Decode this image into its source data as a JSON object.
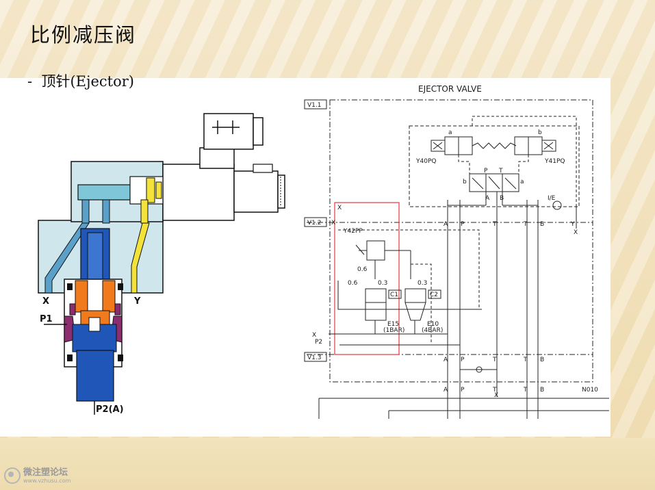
{
  "slide": {
    "title": "比例减压阀",
    "subtitle": "-  顶针(Ejector)"
  },
  "cutaway": {
    "port_x": "X",
    "port_y": "Y",
    "port_p1": "P1",
    "port_p2": "P2(A)"
  },
  "schematic": {
    "title": "EJECTOR VALVE",
    "levels": [
      "V1.1",
      "V1.2",
      "V1.3"
    ],
    "solenoid_left": "Y40PQ",
    "solenoid_right": "Y41PQ",
    "solenoid_prop": "Y42PP",
    "coil_a": "a",
    "coil_b": "b",
    "valve_port_p": "P",
    "valve_port_t": "T",
    "valve_port_a": "A",
    "valve_port_b": "B",
    "ie_label": "I/E",
    "orifice_06a": "0.6",
    "orifice_06b": "0.6",
    "orifice_03a": "0.3",
    "orifice_03b": "0.3",
    "c1": "C1",
    "c2": "C2",
    "e15": "E15",
    "e15_bar": "(1BAR)",
    "e10": "E10",
    "e10_bar": "(4BAR)",
    "port_x_top": "X",
    "port_x_mid": "X",
    "port_y_right": "Y",
    "port_x_right": "X",
    "port_x_p2": "X",
    "port_p2": "P2",
    "port_x_bottom": "X",
    "code": "N010",
    "row_a": "A",
    "row_p": "P",
    "row_t": "T",
    "row_b": "B"
  },
  "watermark": {
    "name": "微注塑论坛",
    "url": "www.vzhusu.com"
  },
  "colors": {
    "valve_blue": "#1f56b8",
    "light_blue": "#cfe6ec",
    "channel_blue": "#5aa0c8",
    "orange": "#f07a1c",
    "purple": "#8b2d6e",
    "yellow": "#f3e23a",
    "highlight_red": "#e23a3a"
  }
}
